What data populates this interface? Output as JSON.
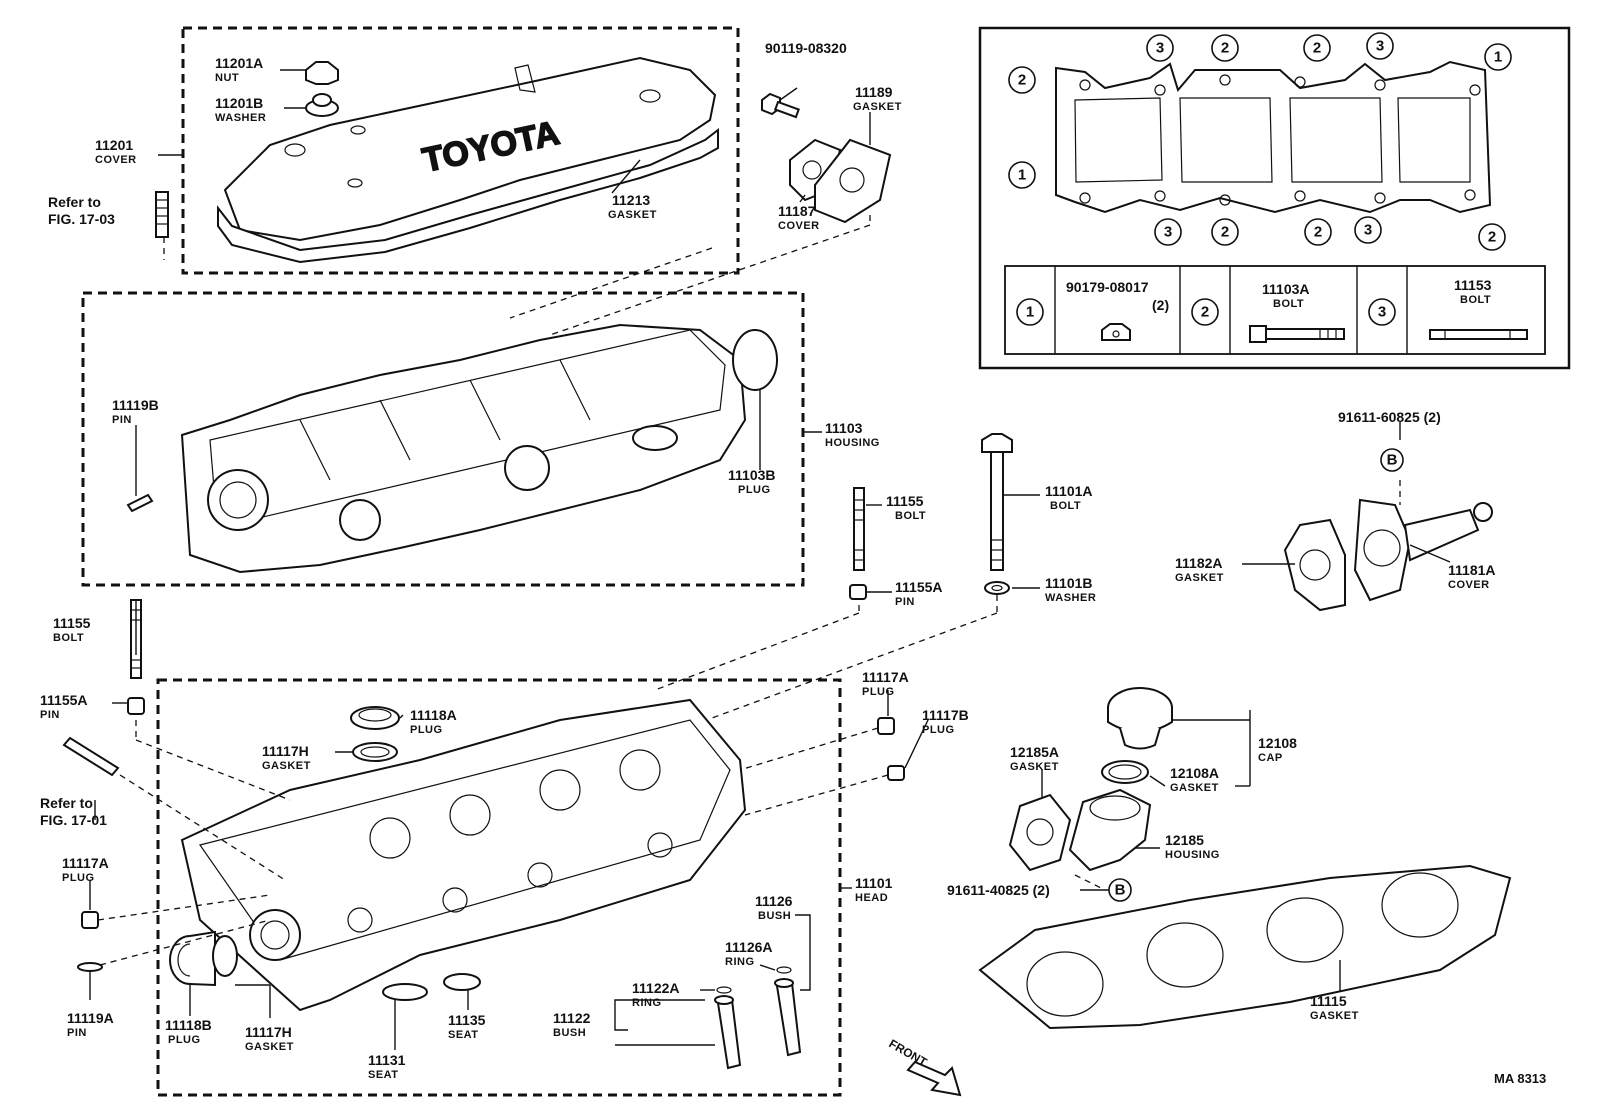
{
  "callouts": [
    {
      "id": "c1",
      "part": "11201A",
      "name": "NUT"
    },
    {
      "id": "c2",
      "part": "11201B",
      "name": "WASHER"
    },
    {
      "id": "c3",
      "part": "11201",
      "name": "COVER"
    },
    {
      "id": "c4",
      "part": "11213",
      "name": "GASKET"
    },
    {
      "id": "c5",
      "part": "90119-08320",
      "name": ""
    },
    {
      "id": "c6",
      "part": "11189",
      "name": "GASKET"
    },
    {
      "id": "c7",
      "part": "11187",
      "name": "COVER"
    },
    {
      "id": "c8",
      "part": "11119B",
      "name": "PIN"
    },
    {
      "id": "c9",
      "part": "11103",
      "name": "HOUSING"
    },
    {
      "id": "c10",
      "part": "11103B",
      "name": "PLUG"
    },
    {
      "id": "c11",
      "part": "11155",
      "name": "BOLT"
    },
    {
      "id": "c12",
      "part": "11155A",
      "name": "PIN"
    },
    {
      "id": "c13",
      "part": "11101A",
      "name": "BOLT"
    },
    {
      "id": "c14",
      "part": "11101B",
      "name": "WASHER"
    },
    {
      "id": "c15",
      "part": "91611-60825 (2)",
      "name": ""
    },
    {
      "id": "c16",
      "part": "11182A",
      "name": "GASKET"
    },
    {
      "id": "c17",
      "part": "11181A",
      "name": "COVER"
    },
    {
      "id": "c18",
      "part": "11155",
      "name": "BOLT"
    },
    {
      "id": "c19",
      "part": "11155A",
      "name": "PIN"
    },
    {
      "id": "c20",
      "part": "11117A",
      "name": "PLUG"
    },
    {
      "id": "c21",
      "part": "11117B",
      "name": "PLUG"
    },
    {
      "id": "c22",
      "part": "11118A",
      "name": "PLUG"
    },
    {
      "id": "c23",
      "part": "11117H",
      "name": "GASKET"
    },
    {
      "id": "c24",
      "part": "12108",
      "name": "CAP"
    },
    {
      "id": "c25",
      "part": "12108A",
      "name": "GASKET"
    },
    {
      "id": "c26",
      "part": "12185A",
      "name": "GASKET"
    },
    {
      "id": "c27",
      "part": "12185",
      "name": "HOUSING"
    },
    {
      "id": "c28",
      "part": "91611-40825 (2)",
      "name": ""
    },
    {
      "id": "c29",
      "part": "11117A",
      "name": "PLUG"
    },
    {
      "id": "c30",
      "part": "11101",
      "name": "HEAD"
    },
    {
      "id": "c31",
      "part": "11126",
      "name": "BUSH"
    },
    {
      "id": "c32",
      "part": "11126A",
      "name": "RING"
    },
    {
      "id": "c33",
      "part": "11122A",
      "name": "RING"
    },
    {
      "id": "c34",
      "part": "11122",
      "name": "BUSH"
    },
    {
      "id": "c35",
      "part": "11119A",
      "name": "PIN"
    },
    {
      "id": "c36",
      "part": "11118B",
      "name": "PLUG"
    },
    {
      "id": "c37",
      "part": "11117H",
      "name": "GASKET"
    },
    {
      "id": "c38",
      "part": "11131",
      "name": "SEAT"
    },
    {
      "id": "c39",
      "part": "11135",
      "name": "SEAT"
    },
    {
      "id": "c40",
      "part": "11115",
      "name": "GASKET"
    }
  ],
  "refs": {
    "fig1703_a": "Refer to",
    "fig1703_b": "FIG. 17-03",
    "fig1701_a": "Refer to",
    "fig1701_b": "FIG. 17-01"
  },
  "inset": {
    "markers": [
      "1",
      "2",
      "3"
    ],
    "legend": [
      {
        "marker": "1",
        "part": "90179-08017",
        "qty": "(2)",
        "name": ""
      },
      {
        "marker": "2",
        "part": "11103A",
        "qty": "",
        "name": "BOLT"
      },
      {
        "marker": "3",
        "part": "11153",
        "qty": "",
        "name": "BOLT"
      }
    ]
  },
  "ref_marker": "B",
  "front_label": "FRONT",
  "figure_code": "MA 8313",
  "logo_text": "TOYOTA"
}
